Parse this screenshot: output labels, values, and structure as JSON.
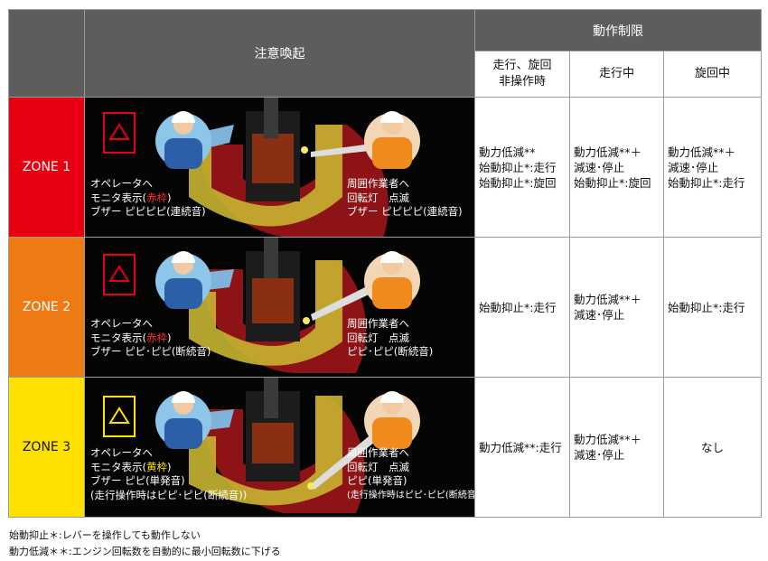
{
  "header": {
    "caution": "注意喚起",
    "motion": "動作制限",
    "col_idle_line1": "走行、旋回",
    "col_idle_line2": "非操作時",
    "col_travel": "走行中",
    "col_swing": "旋回中"
  },
  "zones": [
    {
      "label": "ZONE 1",
      "color": "#e60012",
      "operator_lines": [
        "オペレータへ",
        "モニタ表示(",
        "赤枠",
        ")",
        "ブザー ピピピピ(連続音)"
      ],
      "worker_lines": [
        "周囲作業者へ",
        "回転灯　点滅",
        "ブザー ピピピピ(連続音)"
      ],
      "idle": [
        "動力低減**",
        "始動抑止*:走行",
        "始動抑止*:旋回"
      ],
      "travel": [
        "動力低減**＋",
        "減速･停止",
        "始動抑止*:旋回"
      ],
      "swing": [
        "動力低減**＋",
        "減速･停止",
        "始動抑止*:走行"
      ]
    },
    {
      "label": "ZONE 2",
      "color": "#ee7a14",
      "operator_lines": [
        "オペレータへ",
        "モニタ表示(",
        "赤枠",
        ")",
        "ブザー ピピ･ピピ(断続音)"
      ],
      "worker_lines": [
        "周囲作業者へ",
        "回転灯　点滅",
        "ピピ･ピピ(断続音)"
      ],
      "idle": [
        "始動抑止*:走行"
      ],
      "travel": [
        "動力低減**＋",
        "減速･停止"
      ],
      "swing": [
        "始動抑止*:走行"
      ]
    },
    {
      "label": "ZONE 3",
      "color": "#ffe100",
      "operator_lines": [
        "オペレータへ",
        "モニタ表示(",
        "黄枠",
        ")",
        "ブザー ピピ(単発音)",
        "(走行操作時はピピ･ピピ(断続音))"
      ],
      "worker_lines": [
        "周囲作業者へ",
        "回転灯　点滅",
        "ピピ(単発音)",
        "(走行操作時はピピ･ピピ(断続音))"
      ],
      "idle": [
        "動力低減**:走行"
      ],
      "travel": [
        "動力低減**＋",
        "減速･停止"
      ],
      "swing": [
        "なし"
      ]
    }
  ],
  "footnotes": [
    "始動抑止＊:レバーを操作しても動作しない",
    "動力低減＊＊:エンジン回転数を自動的に最小回転数に下げる"
  ]
}
